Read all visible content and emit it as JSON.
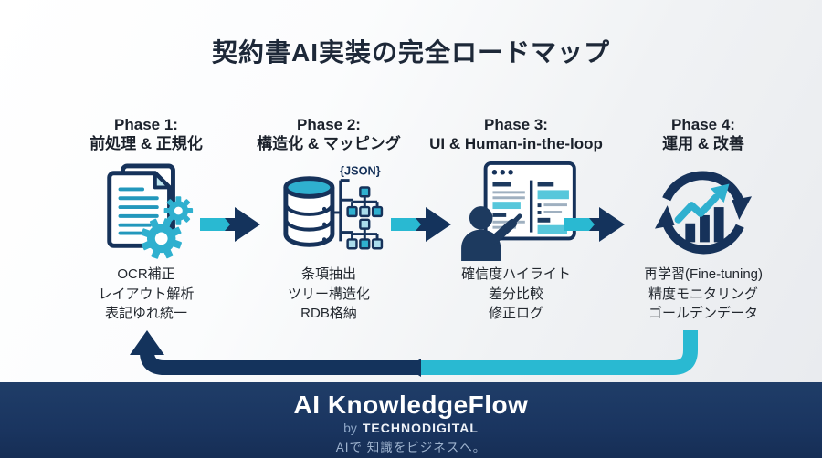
{
  "title": "契約書AI実装の完全ロードマップ",
  "phases": [
    {
      "title_line1": "Phase 1:",
      "title_line2": "前処理 & 正規化",
      "icon": "documents-gears-icon",
      "items": [
        "OCR補正",
        "レイアウト解析",
        "表記ゆれ統一"
      ]
    },
    {
      "title_line1": "Phase 2:",
      "title_line2": "構造化 & マッピング",
      "icon": "database-json-tree-icon",
      "icon_label": "{JSON}",
      "items": [
        "条項抽出",
        "ツリー構造化",
        "RDB格納"
      ]
    },
    {
      "title_line1": "Phase 3:",
      "title_line2": "UI & Human-in-the-loop",
      "icon": "human-review-ui-icon",
      "items": [
        "確信度ハイライト",
        "差分比較",
        "修正ログ"
      ]
    },
    {
      "title_line1": "Phase 4:",
      "title_line2": "運用 & 改善",
      "icon": "cycle-chart-icon",
      "items": [
        "再学習(Fine-tuning)",
        "精度モニタリング",
        "ゴールデンデータ"
      ]
    }
  ],
  "footer": {
    "brand": "AI KnowledgeFlow",
    "byline_prefix": "by",
    "company": "TECHNODIGITAL",
    "tagline": "AIで 知識をビジネスへ。"
  },
  "colors": {
    "navy": "#14335c",
    "teal": "#29b9d2",
    "footer_bg": "#1a3560",
    "title_text": "#1d2838"
  }
}
